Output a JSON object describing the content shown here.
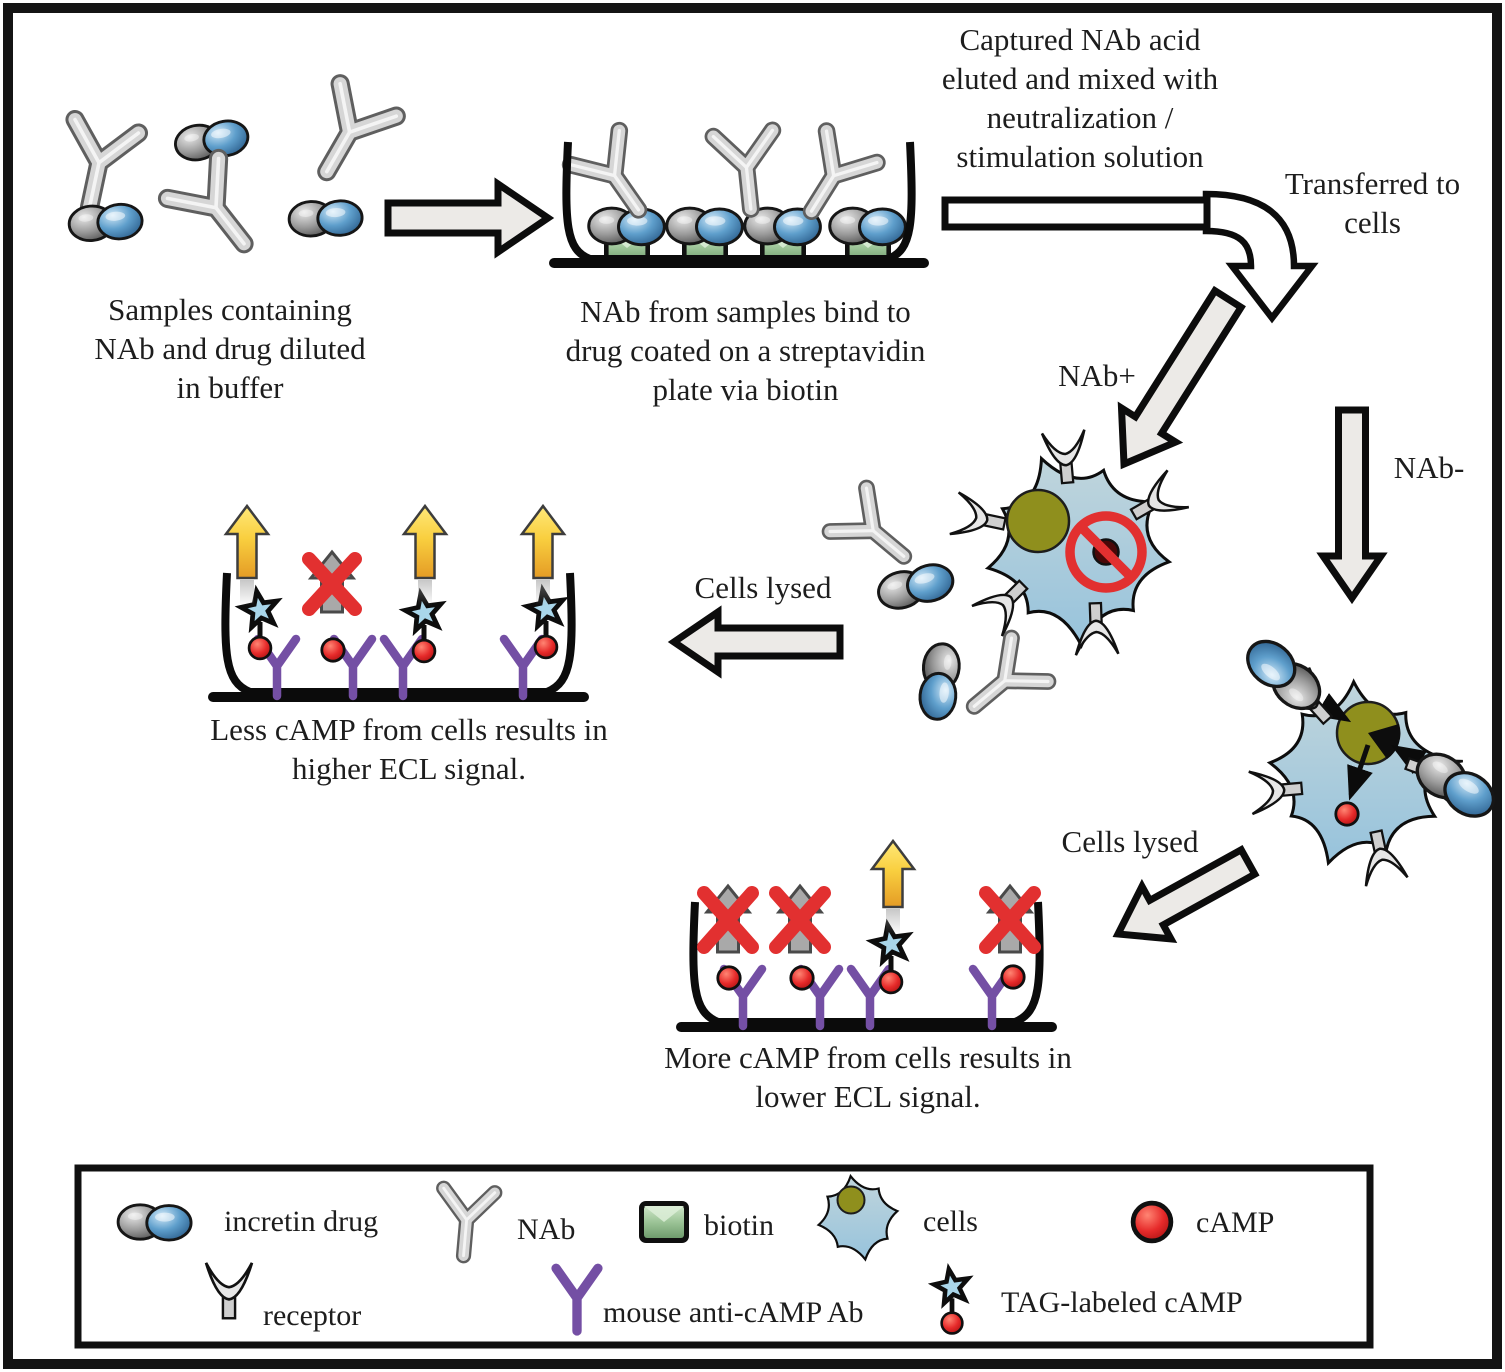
{
  "captions": {
    "samples": "Samples containing\nNAb and drug diluted\nin buffer",
    "plate_binding": "NAb from samples bind to\ndrug coated on a streptavidin\nplate via biotin",
    "captured_nab": "Captured NAb acid\neluted and mixed with\nneutralization /\nstimulation solution",
    "transferred": "Transferred to\ncells",
    "nab_positive": "NAb+",
    "nab_negative": "NAb-",
    "cells_lysed_left": "Cells lysed",
    "cells_lysed_right": "Cells lysed",
    "less_camp": "Less cAMP from cells results in\nhigher ECL signal.",
    "more_camp": "More cAMP from cells results in\nlower ECL signal."
  },
  "legend": {
    "items": [
      {
        "icon": "incretin-drug-icon",
        "label": "incretin drug"
      },
      {
        "icon": "nab-icon",
        "label": "NAb"
      },
      {
        "icon": "biotin-icon",
        "label": "biotin"
      },
      {
        "icon": "cells-icon",
        "label": "cells"
      },
      {
        "icon": "camp-icon",
        "label": "cAMP"
      },
      {
        "icon": "receptor-icon",
        "label": "receptor"
      },
      {
        "icon": "mouse-anti-camp-ab-icon",
        "label": "mouse anti-cAMP Ab"
      },
      {
        "icon": "tag-labeled-camp-icon",
        "label": "TAG-labeled cAMP"
      }
    ]
  },
  "colors": {
    "background": "#ffffff",
    "border": "#141414",
    "arrow_fill": "#eceae7",
    "ecl_gold": "#f6cf3f",
    "blocked_gray": "#a9a9a9",
    "x_red": "#e23030",
    "camp_red": "#dd1f1f",
    "anti_camp_purple": "#744fa4",
    "cell_blue": "#a9cbdd",
    "nucleus_olive": "#8f8f1d",
    "biotin_green": "#9cc497",
    "drug_blue": "#4d8cbd",
    "drug_gray": "#8a8a8a",
    "tag_star_blue": "#a9d6ea"
  }
}
